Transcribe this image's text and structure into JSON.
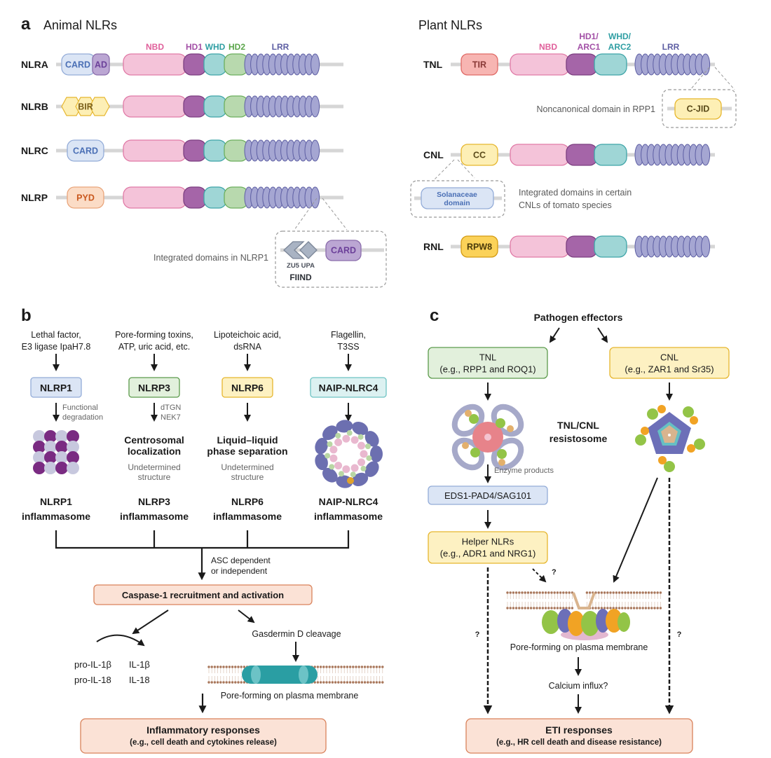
{
  "colors": {
    "card_fill": "#dbe5f5",
    "card_stroke": "#93acd8",
    "card_text": "#4a6fb5",
    "ad_fill": "#bba6d3",
    "ad_stroke": "#8a6cab",
    "ad_text": "#6b3f99",
    "bir_fill": "#fdefb5",
    "bir_stroke": "#e6b62e",
    "bir_text": "#7a5f1a",
    "pyd_fill": "#fbdcc6",
    "pyd_stroke": "#e9a57b",
    "pyd_text": "#c9581e",
    "nbd_fill": "#f4c3d9",
    "nbd_stroke": "#e07aa6",
    "nbd_text": "#e0609b",
    "hd1_fill": "#a565a8",
    "hd1_stroke": "#7c3f80",
    "hd1_text": "#a24fa6",
    "whd_fill": "#9fd6d6",
    "whd_stroke": "#3fa5a8",
    "whd_text": "#2f9ea3",
    "hd2_fill": "#b8d9ae",
    "hd2_stroke": "#6caf5e",
    "hd2_text": "#5aa54a",
    "lrr_fill": "#a5a6d2",
    "lrr_stroke": "#5d5ea3",
    "lrr_text": "#5d5ea3",
    "tir_fill": "#f7b5b2",
    "tir_stroke": "#e06a66",
    "tir_text": "#8a3a37",
    "cc_fill": "#fdefb5",
    "cc_stroke": "#e6b62e",
    "cc_text": "#5a4a1a",
    "rpw8_fill": "#fbd259",
    "rpw8_stroke": "#d39a12",
    "rpw8_text": "#4a3a0a",
    "cjid_fill": "#fdefb5",
    "cjid_stroke": "#e6b62e",
    "cjid_text": "#5a4a1a",
    "sol_fill": "#dbe5f5",
    "sol_stroke": "#93acd8",
    "sol_text": "#4a6fb5",
    "fiind_fill": "#a9b3c3",
    "fiind_stroke": "#7a8597",
    "backbone": "#d6d6d6",
    "box_blue_fill": "#dbe5f5",
    "box_blue_stroke": "#93acd8",
    "box_green_fill": "#e2f0dc",
    "box_green_stroke": "#5c9b4c",
    "box_yellow_fill": "#fdf1c2",
    "box_yellow_stroke": "#e6b62e",
    "box_teal_fill": "#dcf1f1",
    "box_teal_stroke": "#6ec3c3",
    "box_salmon_fill": "#fbe2d6",
    "box_salmon_stroke": "#d9825b",
    "membrane": "#a8765a",
    "gasdermin": "#2a9ea3"
  },
  "panel_a": {
    "letter": "a",
    "animal_title": "Animal NLRs",
    "plant_title": "Plant NLRs",
    "animal_headers": {
      "nbd": "NBD",
      "hd1": "HD1",
      "whd": "WHD",
      "hd2": "HD2",
      "lrr": "LRR"
    },
    "plant_headers": {
      "nbd": "NBD",
      "hd1_line1": "HD1/",
      "hd1_line2": "ARC1",
      "whd_line1": "WHD/",
      "whd_line2": "ARC2",
      "lrr": "LRR"
    },
    "animal_rows": [
      {
        "name": "NLRA",
        "n_domains": [
          "CARD",
          "AD"
        ]
      },
      {
        "name": "NLRB",
        "n_domains": [
          "BIR"
        ]
      },
      {
        "name": "NLRC",
        "n_domains": [
          "CARD"
        ]
      },
      {
        "name": "NLRP",
        "n_domains": [
          "PYD"
        ]
      }
    ],
    "plant_rows": [
      {
        "name": "TNL",
        "n_domain": "TIR"
      },
      {
        "name": "CNL",
        "n_domain": "CC"
      },
      {
        "name": "RNL",
        "n_domain": "RPW8"
      }
    ],
    "lrr_repeat_count": 12,
    "nlrp1_inset": {
      "caption": "Integrated domains in NLRP1",
      "zu5_upa": "ZU5 UPA",
      "fiind": "FIIND",
      "card": "CARD"
    },
    "rpp1_inset": {
      "caption": "Noncanonical domain in RPP1",
      "domain": "C-JID"
    },
    "tomato_inset": {
      "domain_line1": "Solanaceae",
      "domain_line2": "domain",
      "caption_line1": "Integrated domains in certain",
      "caption_line2": "CNLs of tomato species"
    }
  },
  "panel_b": {
    "letter": "b",
    "columns": [
      {
        "trigger_line1": "Lethal factor,",
        "trigger_line2": "E3 ligase IpaH7.8",
        "sensor": "NLRP1",
        "step_note_line1": "Functional",
        "step_note_line2": "degradation",
        "mechanism_line1": "",
        "mechanism_line2": "",
        "structure_line1": "",
        "structure_line2": "",
        "name_line1": "NLRP1",
        "name_line2": "inflammasome"
      },
      {
        "trigger_line1": "Pore-forming toxins,",
        "trigger_line2": "ATP, uric acid, etc.",
        "sensor": "NLRP3",
        "step_note_line1": "dTGN",
        "step_note_line2": "NEK7",
        "mechanism_line1": "Centrosomal",
        "mechanism_line2": "localization",
        "structure_line1": "Undetermined",
        "structure_line2": "structure",
        "name_line1": "NLRP3",
        "name_line2": "inflammasome"
      },
      {
        "trigger_line1": "Lipoteichoic acid,",
        "trigger_line2": "dsRNA",
        "sensor": "NLRP6",
        "step_note_line1": "",
        "step_note_line2": "",
        "mechanism_line1": "Liquid–liquid",
        "mechanism_line2": "phase separation",
        "structure_line1": "Undetermined",
        "structure_line2": "structure",
        "name_line1": "NLRP6",
        "name_line2": "inflammasome"
      },
      {
        "trigger_line1": "Flagellin,",
        "trigger_line2": "T3SS",
        "sensor": "NAIP-NLRC4",
        "step_note_line1": "",
        "step_note_line2": "",
        "mechanism_line1": "",
        "mechanism_line2": "",
        "structure_line1": "",
        "structure_line2": "",
        "name_line1": "NAIP-NLRC4",
        "name_line2": "inflammasome"
      }
    ],
    "asc_line1": "ASC dependent",
    "asc_line2": "or independent",
    "caspase": "Caspase-1 recruitment and activation",
    "pro_il1b": "pro-IL-1β",
    "pro_il18": "pro-IL-18",
    "il1b": "IL-1β",
    "il18": "IL-18",
    "gasdermin": "Gasdermin D cleavage",
    "pore": "Pore-forming on plasma membrane",
    "outcome_line1": "Inflammatory responses",
    "outcome_line2": "(e.g., cell death and cytokines release)"
  },
  "panel_c": {
    "letter": "c",
    "effectors": "Pathogen effectors",
    "tnl_line1": "TNL",
    "tnl_line2": "(e.g., RPP1 and ROQ1)",
    "cnl_line1": "CNL",
    "cnl_line2": "(e.g., ZAR1 and Sr35)",
    "resistosome_line1": "TNL/CNL",
    "resistosome_line2": "resistosome",
    "enzyme": "Enzyme products",
    "eds1": "EDS1-PAD4/SAG101",
    "helper_line1": "Helper NLRs",
    "helper_line2": "(e.g., ADR1 and NRG1)",
    "question": "?",
    "pore": "Pore-forming on plasma membrane",
    "calcium": "Calcium influx?",
    "outcome_line1": "ETI responses",
    "outcome_line2": "(e.g., HR cell death and disease resistance)"
  }
}
